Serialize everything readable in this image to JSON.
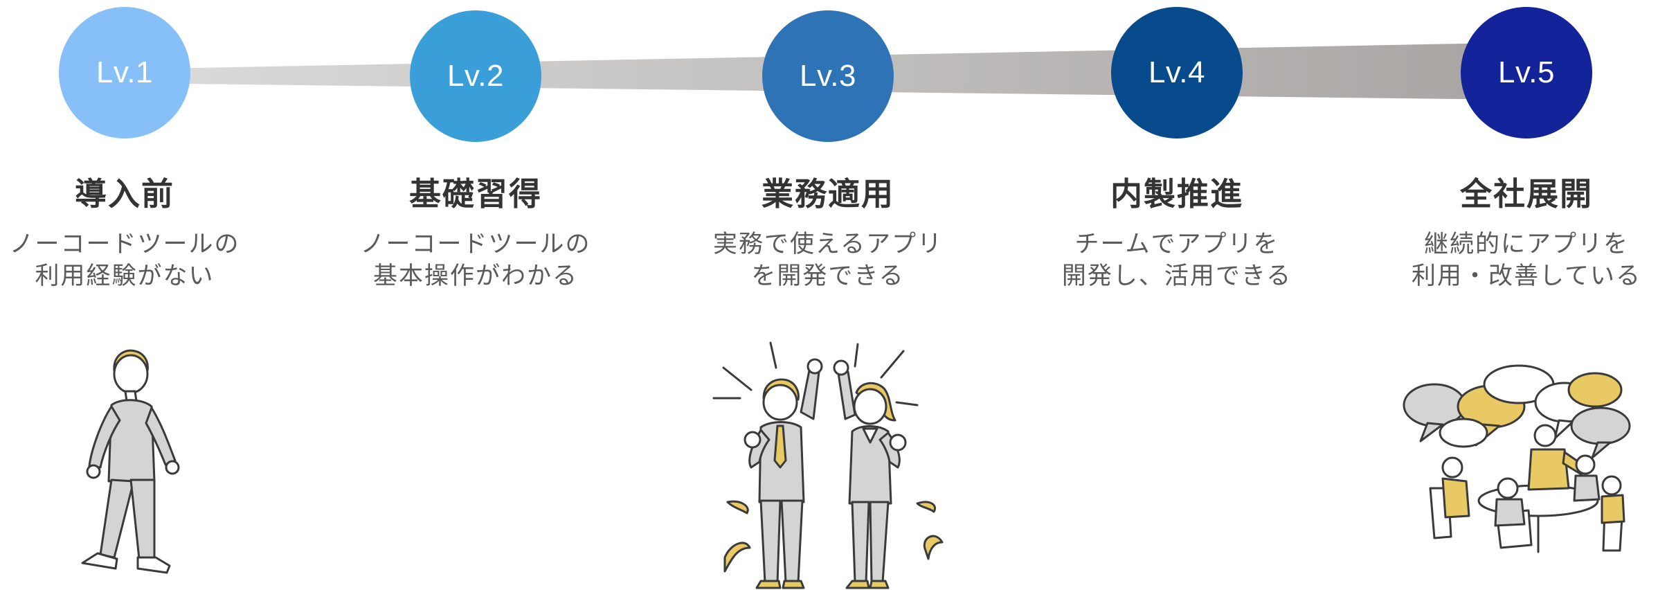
{
  "levels": [
    {
      "badge": "Lv.1",
      "title": "導入前",
      "description": [
        "ノーコードツールの",
        "利用経験がない"
      ],
      "color": "#87C0F8",
      "illustration": "walking-person"
    },
    {
      "badge": "Lv.2",
      "title": "基礎習得",
      "description": [
        "ノーコードツールの",
        "基本操作がわかる"
      ],
      "color": "#3A9ED9",
      "illustration": ""
    },
    {
      "badge": "Lv.3",
      "title": "業務適用",
      "description": [
        "実務で使えるアプリ",
        "を開発できる"
      ],
      "color": "#2E73B6",
      "illustration": "celebrating-pair"
    },
    {
      "badge": "Lv.4",
      "title": "内製推進",
      "description": [
        "チームでアプリを",
        "開発し、活用できる"
      ],
      "color": "#074B8C",
      "illustration": ""
    },
    {
      "badge": "Lv.5",
      "title": "全社展開",
      "description": [
        "継続的にアプリを",
        "利用・改善している"
      ],
      "color": "#13239A",
      "illustration": "group-discussion"
    }
  ],
  "colors": {
    "connector_start": "#DCDCDC",
    "connector_end": "#A6A2A0",
    "text_title": "#333333",
    "text_desc": "#5A5A5A",
    "illustration_accent": "#E8C964",
    "illustration_suit": "#D4D4D4",
    "illustration_outline": "#3A3A3A"
  }
}
